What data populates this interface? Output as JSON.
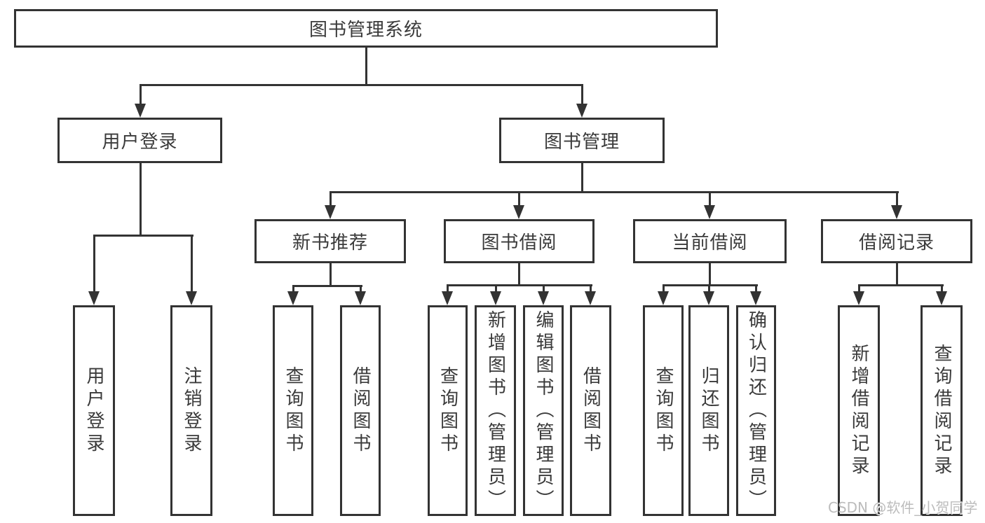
{
  "diagram_type": "hierarchy-tree",
  "colors": {
    "line": "#333333",
    "box_border": "#333333",
    "text": "#3a3a3a",
    "background": "#ffffff",
    "watermark": "#bcbcbc"
  },
  "tree": {
    "label": "图书管理系统",
    "children": [
      {
        "label": "用户登录",
        "children": [
          {
            "label": "用户登录"
          },
          {
            "label": "注销登录"
          }
        ]
      },
      {
        "label": "图书管理",
        "children": [
          {
            "label": "新书推荐",
            "children": [
              {
                "label": "查询图书"
              },
              {
                "label": "借阅图书"
              }
            ]
          },
          {
            "label": "图书借阅",
            "children": [
              {
                "label": "查询图书"
              },
              {
                "label": "新增图书（管理员）"
              },
              {
                "label": "编辑图书（管理员）"
              },
              {
                "label": "借阅图书"
              }
            ]
          },
          {
            "label": "当前借阅",
            "children": [
              {
                "label": "查询图书"
              },
              {
                "label": "归还图书"
              },
              {
                "label": "确认归还（管理员）"
              }
            ]
          },
          {
            "label": "借阅记录",
            "children": [
              {
                "label": "新增借阅记录"
              },
              {
                "label": "查询借阅记录"
              }
            ]
          }
        ]
      }
    ]
  },
  "watermark": {
    "text": "CSDN @软件_小贺同学"
  }
}
